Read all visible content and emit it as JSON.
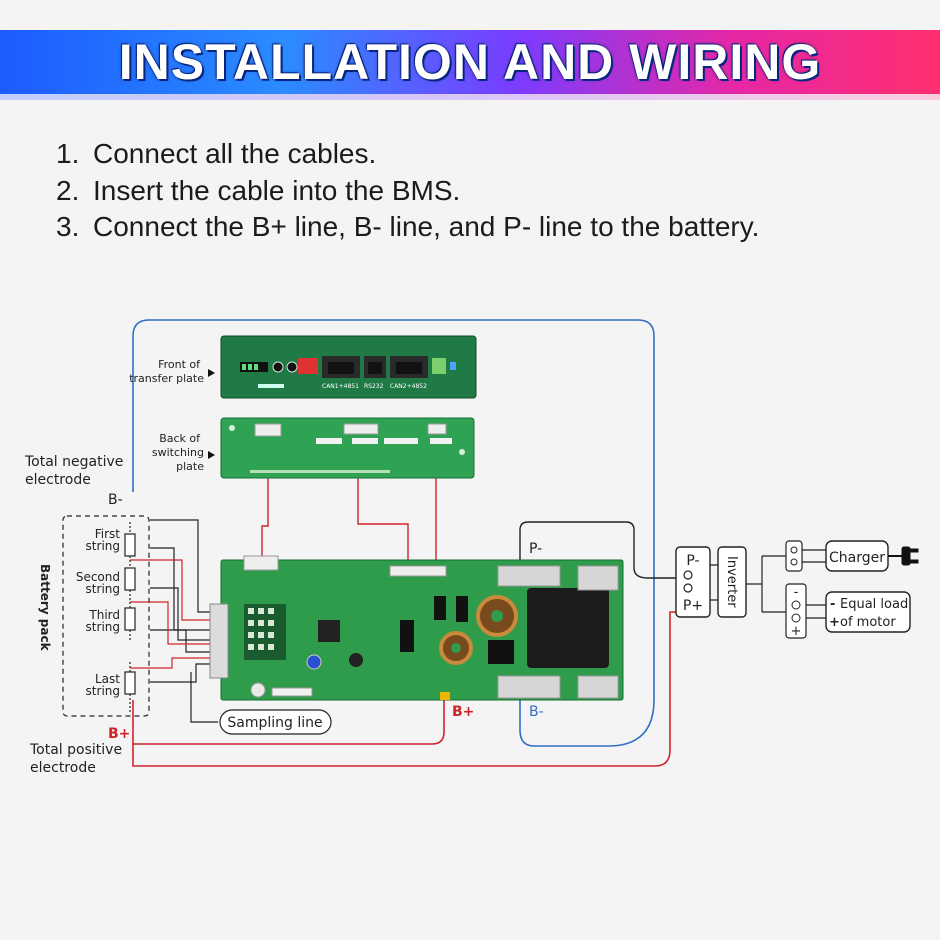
{
  "header": {
    "title": "INSTALLATION AND WIRING"
  },
  "steps": [
    {
      "num": "1.",
      "text": "Connect all the cables."
    },
    {
      "num": "2.",
      "text": "Insert the cable into the BMS."
    },
    {
      "num": "3.",
      "text": "Connect the B+ line, B- line, and P- line to the battery."
    }
  ],
  "diagram": {
    "front_plate_label_1": "Front of",
    "front_plate_label_2": "transfer plate",
    "back_plate_label_1": "Back of",
    "back_plate_label_2": "switching",
    "back_plate_label_3": "plate",
    "port_can1": "CAN1+4851",
    "port_rs232": "RS232",
    "port_can2": "CAN2+4852",
    "total_negative_1": "Total negative",
    "total_negative_2": "electrode",
    "b_minus": "B-",
    "battery_pack": "Battery pack",
    "first_1": "First",
    "first_2": "string",
    "second_1": "Second",
    "second_2": "string",
    "third_1": "Third",
    "third_2": "string",
    "last_1": "Last",
    "last_2": "string",
    "b_plus": "B+",
    "total_positive_1": "Total positive",
    "total_positive_2": "electrode",
    "sampling_line": "Sampling line",
    "p_minus": "P-",
    "board_b_plus": "B+",
    "board_b_minus": "B-",
    "term_p_minus": "P-",
    "term_p_plus": "P+",
    "inverter": "Inverter",
    "charger": "Charger",
    "equal_load_1": "Equal load",
    "equal_load_2": "of motor",
    "minus_sign": "-",
    "plus_sign": "+"
  },
  "colors": {
    "blue_wire": "#2f6fc4",
    "red_wire": "#d0242b",
    "board_green": "#2e9c4a",
    "plate_green": "#1f7a45"
  }
}
